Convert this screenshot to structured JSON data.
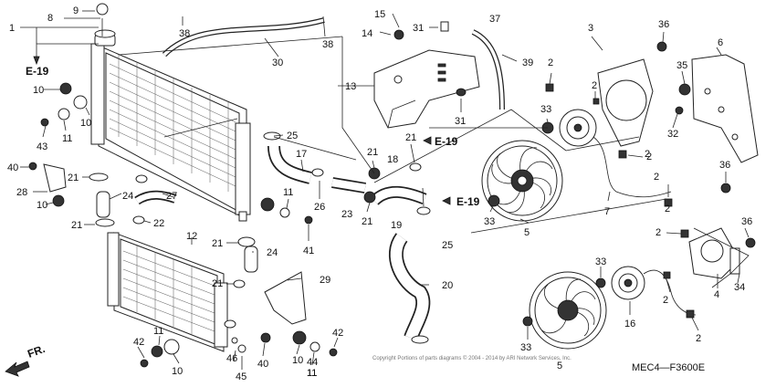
{
  "diagram_code": "MEC4—F3600E",
  "orientation_label": "FR.",
  "copyright": "Copyright\nPortions of parts diagrams © 2004 - 2014 by ARI Network Services, Inc.",
  "references": [
    "E-19",
    "E-19",
    "E-19"
  ],
  "callouts": [
    "1",
    "8",
    "9",
    "38",
    "30",
    "38",
    "15",
    "37",
    "14",
    "31",
    "13",
    "31",
    "39",
    "3",
    "36",
    "6",
    "35",
    "32",
    "2",
    "2",
    "2",
    "33",
    "10",
    "10",
    "43",
    "11",
    "40",
    "28",
    "10",
    "21",
    "24",
    "27",
    "21",
    "22",
    "25",
    "17",
    "21",
    "18",
    "21",
    "26",
    "23",
    "21",
    "19",
    "11",
    "41",
    "21",
    "24",
    "21",
    "12",
    "29",
    "11",
    "42",
    "10",
    "46",
    "45",
    "40",
    "25",
    "20",
    "42",
    "11",
    "10",
    "2",
    "2",
    "36",
    "36",
    "7",
    "2",
    "2",
    "4",
    "34",
    "5",
    "33",
    "33",
    "16",
    "2",
    "33",
    "5",
    "44",
    "11",
    "2"
  ]
}
